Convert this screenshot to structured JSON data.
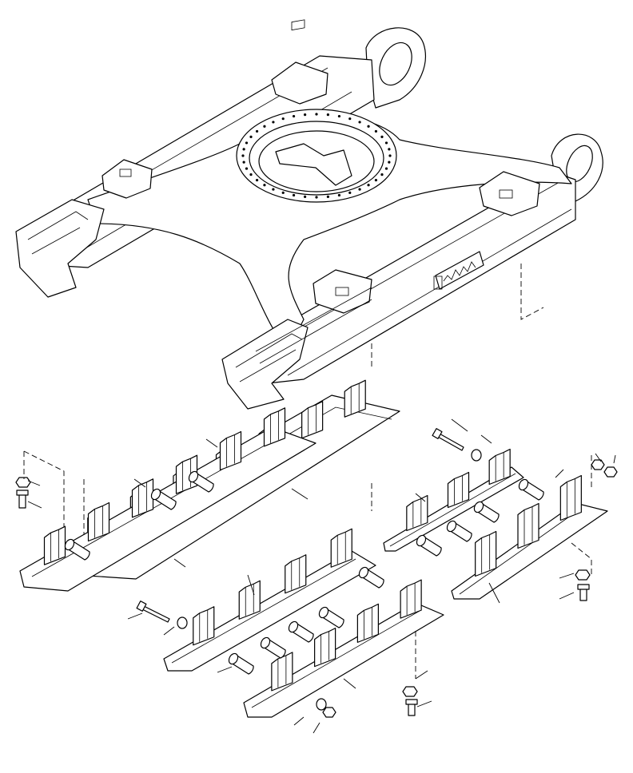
{
  "figure": {
    "kind": "exploded-parts-diagram",
    "subject": "track-frame-and-guards",
    "stroke_color": "#000000",
    "background_color": "#ffffff"
  },
  "parts": [
    {
      "id": "track-frame",
      "icon": "track-frame-icon"
    },
    {
      "id": "left-track-guard-upper",
      "icon": "track-guard-icon"
    },
    {
      "id": "left-track-guard-lower",
      "icon": "track-guard-icon"
    },
    {
      "id": "center-track-guard-upper",
      "icon": "track-guard-icon"
    },
    {
      "id": "center-track-guard-lower",
      "icon": "track-guard-icon"
    },
    {
      "id": "right-track-guard-upper",
      "icon": "track-guard-icon"
    },
    {
      "id": "right-track-guard-lower",
      "icon": "track-guard-icon"
    },
    {
      "id": "long-bolt",
      "icon": "bolt-icon"
    },
    {
      "id": "short-bolt",
      "icon": "bolt-icon"
    },
    {
      "id": "washer",
      "icon": "washer-icon"
    },
    {
      "id": "nut",
      "icon": "nut-icon"
    },
    {
      "id": "spacer-tube",
      "icon": "spacer-icon"
    }
  ]
}
